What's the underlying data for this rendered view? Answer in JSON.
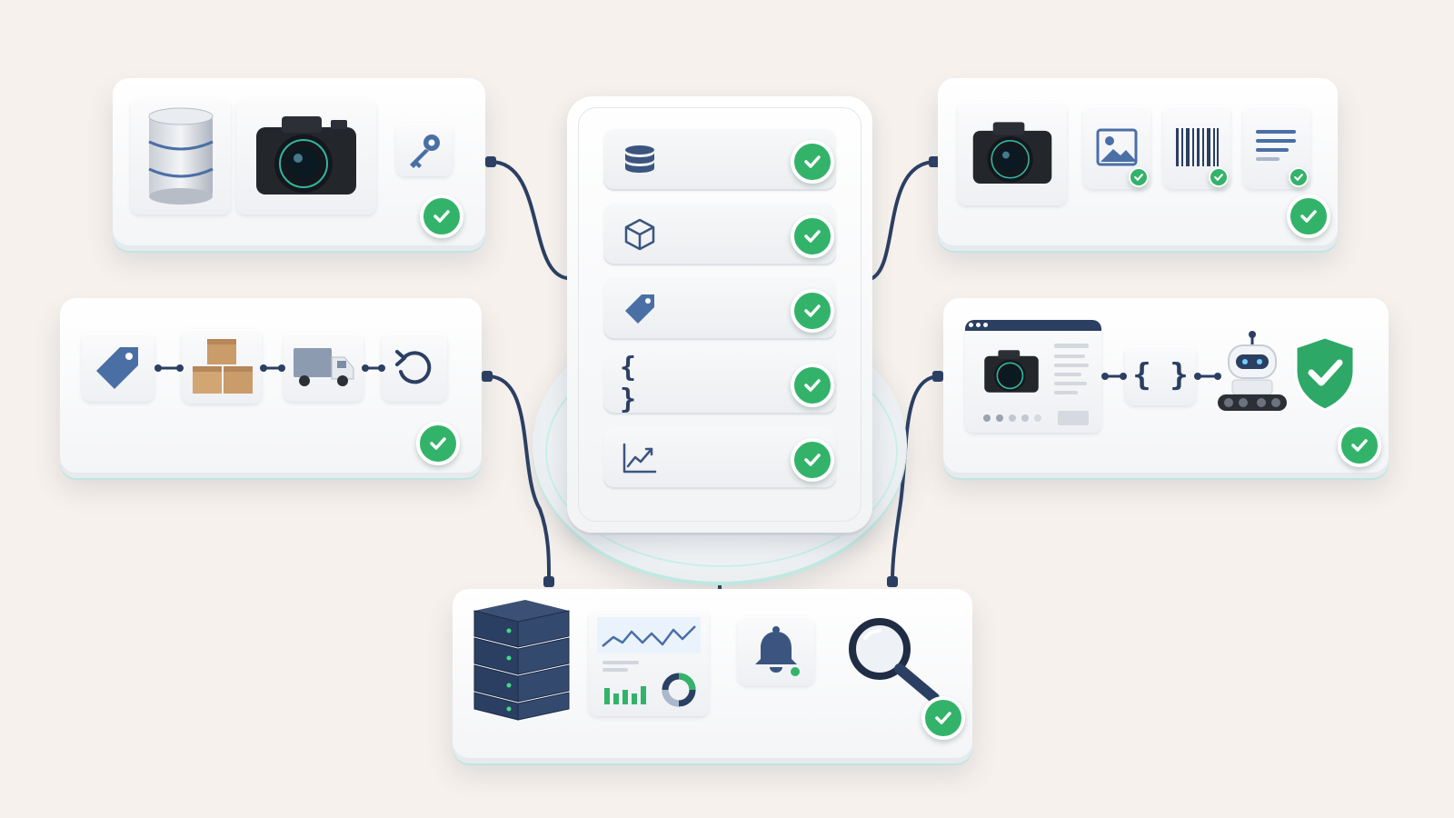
{
  "diagram": {
    "center_hub": {
      "rows": [
        {
          "icon": "database-icon",
          "status": "done"
        },
        {
          "icon": "cube-icon",
          "status": "done"
        },
        {
          "icon": "tag-icon",
          "status": "done"
        },
        {
          "icon": "json-braces-icon",
          "status": "done",
          "glyph": "{ }"
        },
        {
          "icon": "line-chart-icon",
          "status": "done"
        }
      ]
    },
    "cards": {
      "top_left": {
        "items": [
          "database-icon",
          "camera-icon",
          "key-icon"
        ],
        "status": "done"
      },
      "middle_left": {
        "items": [
          "tag-icon",
          "boxes-icon",
          "truck-icon",
          "return-icon"
        ],
        "status": "done"
      },
      "top_right": {
        "items": [
          "camera-icon",
          "image-icon",
          "barcode-icon",
          "text-lines-icon"
        ],
        "status": "done"
      },
      "middle_right": {
        "items": [
          "product-page-icon",
          "json-braces-icon",
          "robot-icon",
          "shield-check-icon"
        ],
        "status": "done",
        "glyph": "{ }"
      },
      "bottom": {
        "items": [
          "server-rack-icon",
          "dashboard-icon",
          "bell-icon",
          "magnifier-icon"
        ],
        "status": "done"
      }
    },
    "colors": {
      "background": "#f6f1ec",
      "navy": "#2b3f63",
      "accent_blue": "#4a6fa5",
      "check_green": "#33b36a",
      "teal_glow": "#bfe6e0"
    }
  }
}
